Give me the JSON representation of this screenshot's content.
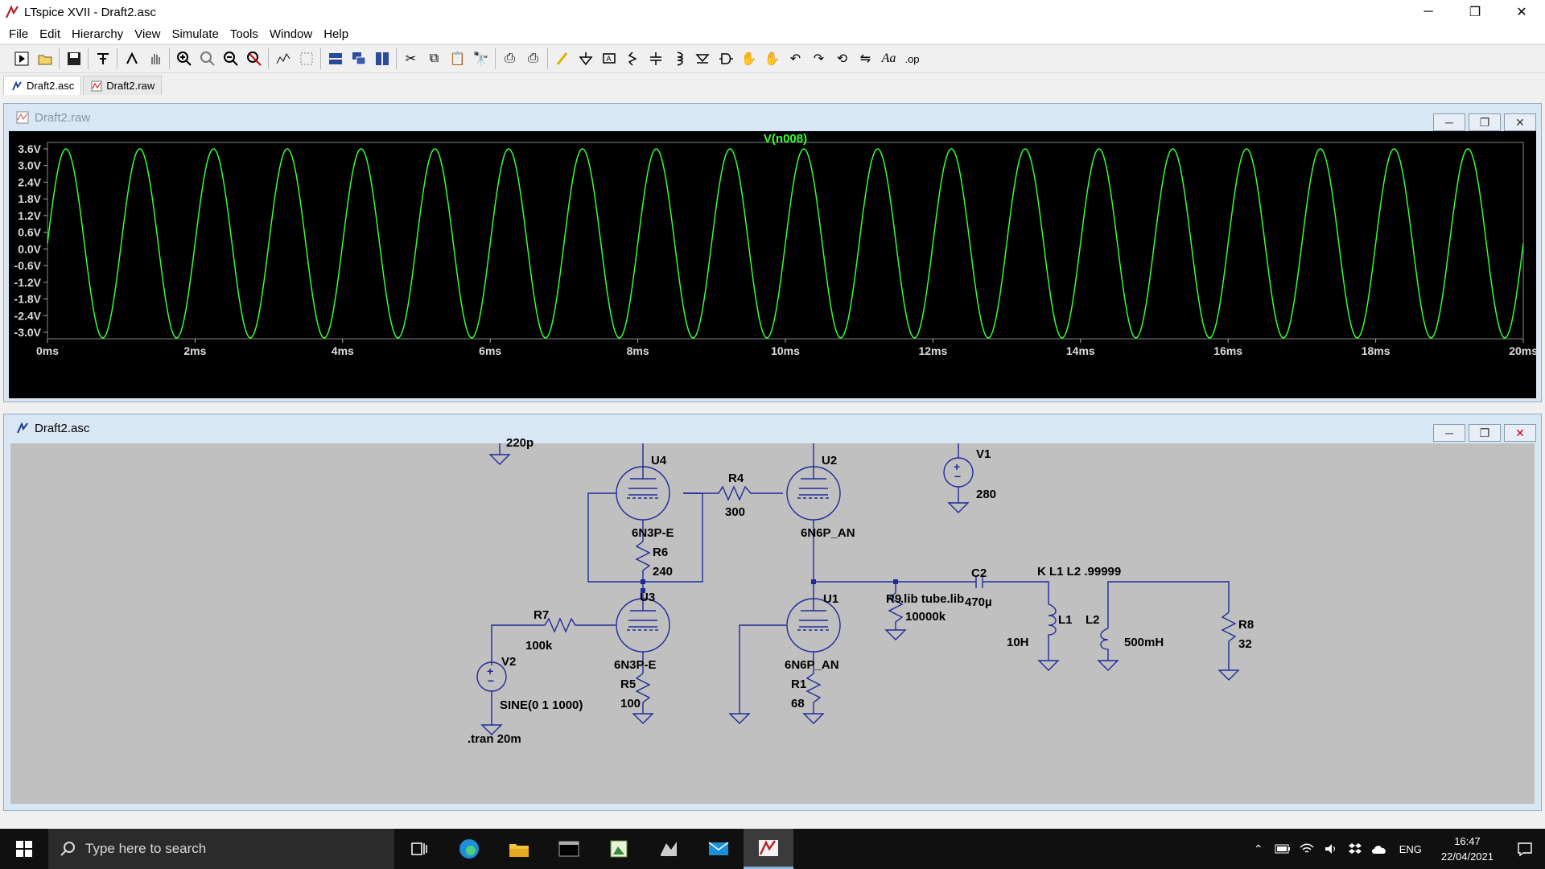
{
  "window": {
    "title": "LTspice XVII - Draft2.asc"
  },
  "menu": [
    "File",
    "Edit",
    "Hierarchy",
    "View",
    "Simulate",
    "Tools",
    "Window",
    "Help"
  ],
  "tabs": [
    {
      "label": "Draft2.asc",
      "icon": "schematic-icon",
      "active": true
    },
    {
      "label": "Draft2.raw",
      "icon": "waveform-icon",
      "active": false
    }
  ],
  "wave_window": {
    "title": "Draft2.raw",
    "trace_label": "V(n008)"
  },
  "sch_window": {
    "title": "Draft2.asc"
  },
  "chart_data": {
    "type": "line",
    "title": "V(n008)",
    "xlabel": "",
    "ylabel": "",
    "x_ticks": [
      "0ms",
      "2ms",
      "4ms",
      "6ms",
      "8ms",
      "10ms",
      "12ms",
      "14ms",
      "16ms",
      "18ms",
      "20ms"
    ],
    "y_ticks": [
      "3.6V",
      "3.0V",
      "2.4V",
      "1.8V",
      "1.2V",
      "0.6V",
      "0.0V",
      "-0.6V",
      "-1.2V",
      "-1.8V",
      "-2.4V",
      "-3.0V"
    ],
    "xlim": [
      0,
      20
    ],
    "ylim": [
      -3.0,
      3.6
    ],
    "series": [
      {
        "name": "V(n008)",
        "color": "#33ff33",
        "function": "sine",
        "frequency_hz": 1000,
        "amplitude": 3.4,
        "offset": 0.2,
        "duration_ms": 20
      }
    ],
    "grid": false
  },
  "schematic": {
    "labels": {
      "c_top": "220p",
      "u4": "U4",
      "u4_model": "6N3P-E",
      "u2": "U2",
      "u2_model": "6N6P_AN",
      "u3": "U3",
      "u3_model": "6N3P-E",
      "u1": "U1",
      "u1_model": "6N6P_AN",
      "r4": "R4",
      "r4_val": "300",
      "r6": "R6",
      "r6_val": "240",
      "r7": "R7",
      "r7_val": "100k",
      "r5": "R5",
      "r5_val": "100",
      "r1": "R1",
      "r1_val": "68",
      "r9": "R9",
      "r9_val": "10000k",
      "lib": ".lib tube.lib",
      "c2": "C2",
      "c2_val": "470µ",
      "k": "K L1 L2 .99999",
      "l1": "L1",
      "l1_val": "10H",
      "l2": "L2",
      "l2_val": "500mH",
      "r8": "R8",
      "r8_val": "32",
      "v1": "V1",
      "v1_val": "280",
      "v2": "V2",
      "v2_val": "SINE(0 1 1000)",
      "tran": ".tran 20m"
    }
  },
  "taskbar": {
    "search_placeholder": "Type here to search",
    "lang": "ENG",
    "time": "16:47",
    "date": "22/04/2021"
  }
}
